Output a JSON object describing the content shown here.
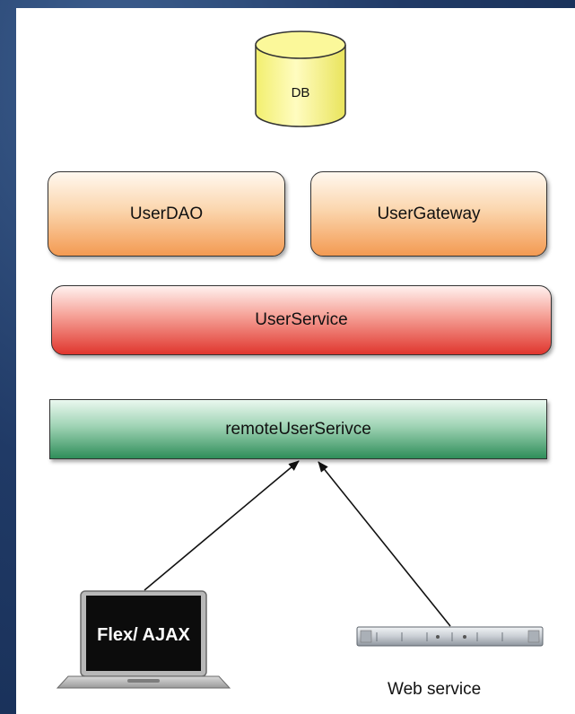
{
  "nodes": {
    "db": "DB",
    "user_dao": "UserDAO",
    "user_gateway": "UserGateway",
    "user_service": "UserService",
    "remote_user_service": "remoteUserSerivce",
    "flex_ajax": "Flex/ AJAX",
    "web_service": "Web service"
  },
  "colors": {
    "db": "#fbf89a",
    "dao_gateway": "#f39a52",
    "service": "#e0362e",
    "remote": "#2f8e5a"
  },
  "icons": {
    "client": "laptop-icon",
    "server": "rack-server-icon"
  },
  "edges": [
    {
      "from": "flex_ajax",
      "to": "remote_user_service"
    },
    {
      "from": "web_service",
      "to": "remote_user_service"
    }
  ]
}
